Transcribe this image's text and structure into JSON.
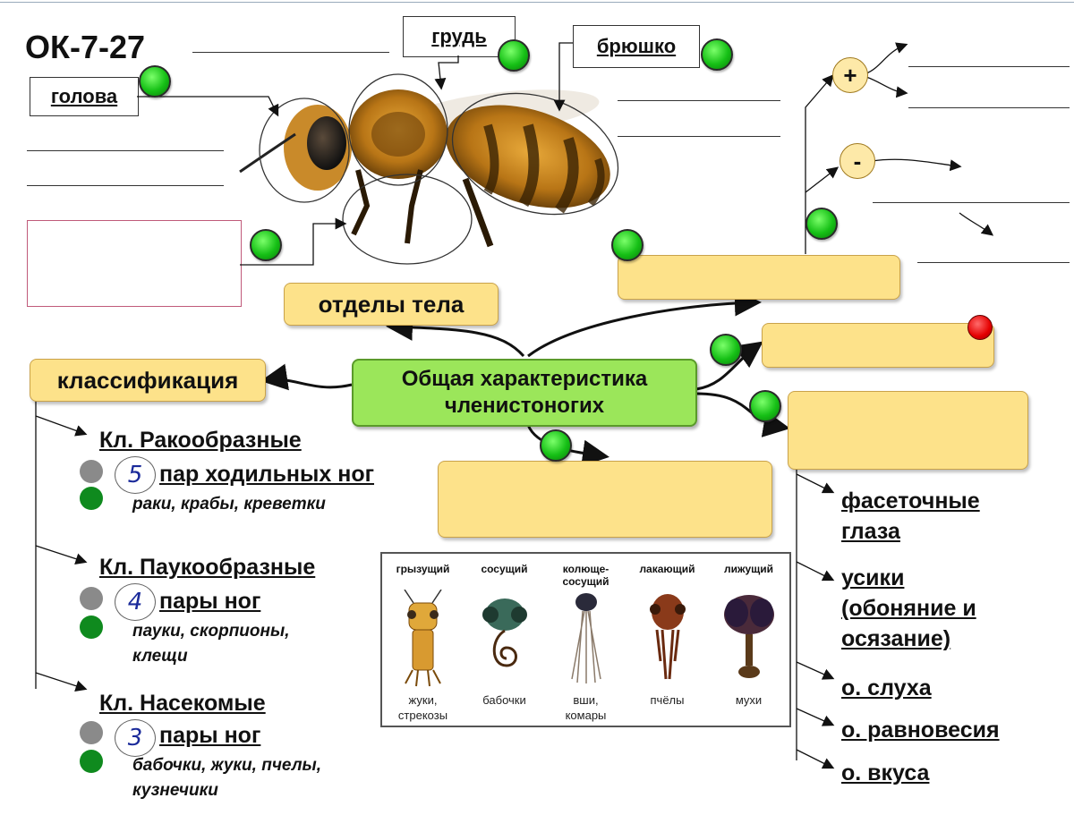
{
  "title": "ОК-7-27",
  "body_parts": {
    "head": "голова",
    "thorax": "грудь",
    "abdomen": "брюшко"
  },
  "concepts": {
    "body_sections": "отделы тела",
    "classification": "классификация",
    "central": [
      "Общая характеристика",
      "членистоногих"
    ],
    "plus": "+",
    "minus": "-"
  },
  "classes": [
    {
      "name": "Кл. Ракообразные",
      "count": "5",
      "legs": "пар ходильных ног",
      "examples": [
        "раки, крабы, креветки"
      ]
    },
    {
      "name": "Кл. Паукообразные",
      "count": "4",
      "legs": "пары ног",
      "examples": [
        "пауки, скорпионы,",
        "клещи"
      ]
    },
    {
      "name": "Кл. Насекомые",
      "count": "3",
      "legs": "пары ног",
      "examples": [
        "бабочки, жуки, пчелы,",
        "кузнечики"
      ]
    }
  ],
  "mouthparts": [
    {
      "type": [
        "грызущий"
      ],
      "examples": [
        "жуки,",
        "стрекозы"
      ]
    },
    {
      "type": [
        "сосущий"
      ],
      "examples": [
        "бабочки"
      ]
    },
    {
      "type": [
        "колюще-",
        "сосущий"
      ],
      "examples": [
        "вши,",
        "комары"
      ]
    },
    {
      "type": [
        "лакающий"
      ],
      "examples": [
        "пчёлы"
      ]
    },
    {
      "type": [
        "лижущий"
      ],
      "examples": [
        "мухи"
      ]
    }
  ],
  "sense_organs": [
    [
      "фасеточные",
      "глаза"
    ],
    [
      "усики",
      "(обоняние и",
      "осязание)"
    ],
    [
      "о. слуха"
    ],
    [
      "о. равновесия"
    ],
    [
      "о. вкуса"
    ]
  ],
  "colors": {
    "box_fill": "#fde28a",
    "central_fill": "#9be65a",
    "green_dot": "#16c016",
    "red_dot": "#e40000",
    "number_color": "#1a2a9a"
  }
}
